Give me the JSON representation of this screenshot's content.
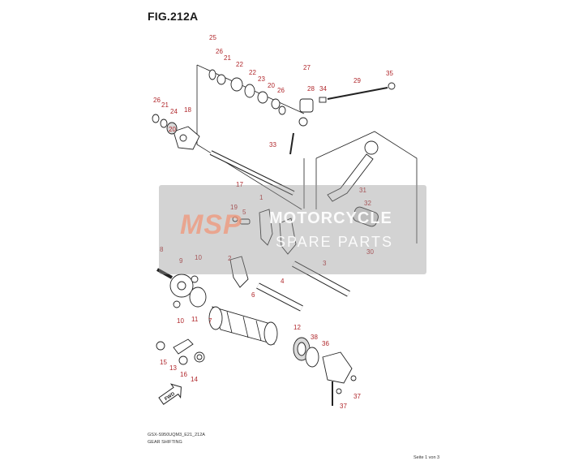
{
  "figure": {
    "title": "FIG.212A",
    "model_code": "GSX-S950UQM3_E21_212A",
    "caption": "GEAR SHIFTING",
    "page": "Seite 1 von 3"
  },
  "watermark": {
    "logo": "MSP",
    "line1": "MOTORCYCLE",
    "line2": "SPARE PARTS"
  },
  "direction_arrow": {
    "label": "FWD"
  },
  "callout_color": "#b0272b",
  "callouts": [
    "1",
    "2",
    "3",
    "4",
    "5",
    "6",
    "7",
    "8",
    "9",
    "10",
    "10",
    "11",
    "12",
    "13",
    "14",
    "15",
    "16",
    "17",
    "18",
    "19",
    "20",
    "20",
    "21",
    "21",
    "22",
    "22",
    "23",
    "24",
    "25",
    "26",
    "26",
    "26",
    "27",
    "28",
    "29",
    "30",
    "31",
    "32",
    "33",
    "34",
    "35",
    "36",
    "37",
    "37",
    "38"
  ]
}
